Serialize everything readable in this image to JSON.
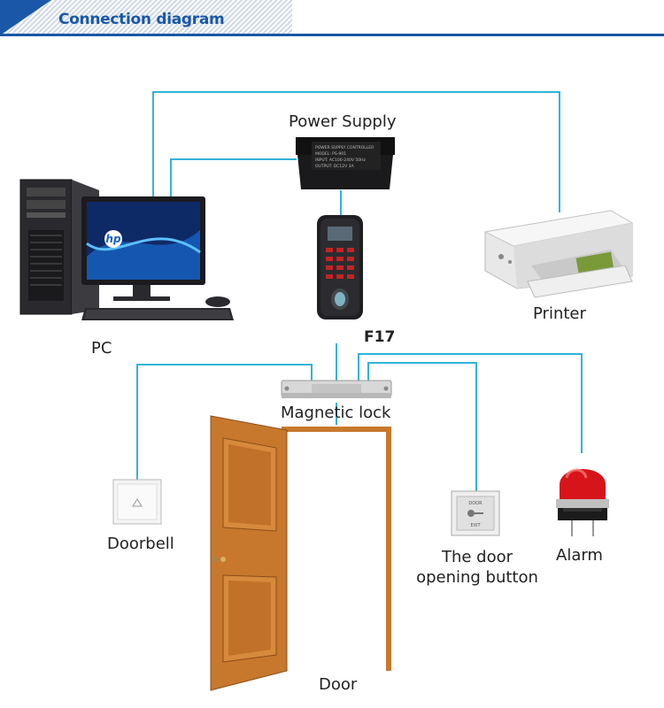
{
  "header": {
    "title": "Connection diagram"
  },
  "labels": {
    "power_supply": "Power Supply",
    "pc": "PC",
    "printer": "Printer",
    "device": "F17",
    "magnetic_lock": "Magnetic lock",
    "doorbell": "Doorbell",
    "exit_button_line1": "The door",
    "exit_button_line2": "opening button",
    "alarm": "Alarm",
    "door": "Door"
  },
  "device_text": {
    "psu_plate": [
      "POWER SUPPLY CONTROLLER",
      "MODEL: PS-901",
      "INPUT: AC100-240V 50Hz",
      "OUTPUT: DC12V 3A"
    ],
    "exit_button_top": "DOOR",
    "exit_button_bottom": "EXIT",
    "monitor_logo": "hp"
  },
  "colors": {
    "wire": "#31b4d6",
    "header_blue": "#1a57a8",
    "door_wood": "#c8782c",
    "alarm_red": "#d8141b"
  }
}
